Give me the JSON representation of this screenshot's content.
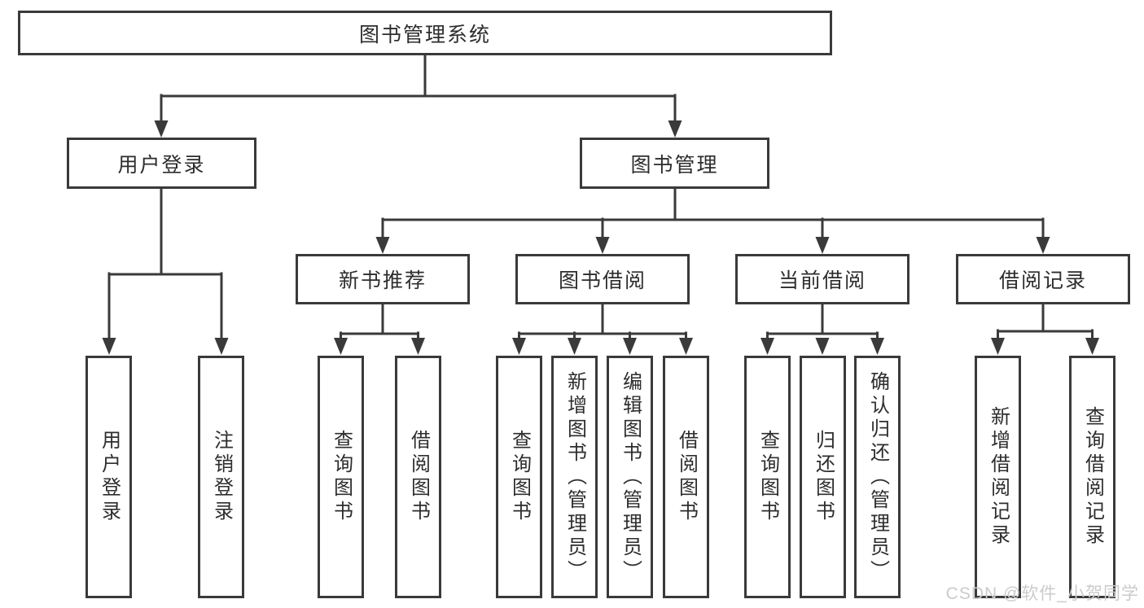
{
  "tree": {
    "label": "图书管理系统",
    "children": [
      {
        "label": "用户登录",
        "children": [
          {
            "label": "用户登录"
          },
          {
            "label": "注销登录"
          }
        ]
      },
      {
        "label": "图书管理",
        "children": [
          {
            "label": "新书推荐",
            "children": [
              {
                "label": "查询图书"
              },
              {
                "label": "借阅图书"
              }
            ]
          },
          {
            "label": "图书借阅",
            "children": [
              {
                "label": "查询图书"
              },
              {
                "label": "新增图书（管理员）"
              },
              {
                "label": "编辑图书（管理员）"
              },
              {
                "label": "借阅图书"
              }
            ]
          },
          {
            "label": "当前借阅",
            "children": [
              {
                "label": "查询图书"
              },
              {
                "label": "归还图书"
              },
              {
                "label": "确认归还（管理员）"
              }
            ]
          },
          {
            "label": "借阅记录",
            "children": [
              {
                "label": "新增借阅记录"
              },
              {
                "label": "查询借阅记录"
              }
            ]
          }
        ]
      }
    ]
  },
  "watermark": "CSDN @软件_小贺同学",
  "colors": {
    "line": "#3a3a3a",
    "box_border": "#3a3a3a",
    "text": "#2d2d2d",
    "background": "#ffffff",
    "watermark": "#cbcbcb"
  }
}
